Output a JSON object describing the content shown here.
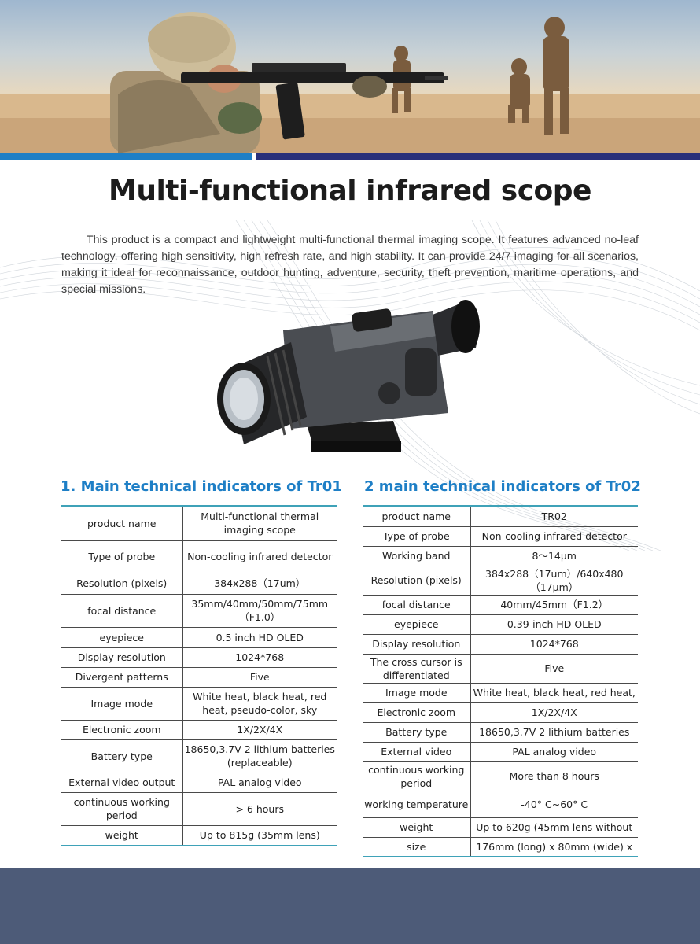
{
  "title": "Multi-functional infrared scope",
  "intro": "This product is a compact and lightweight multi-functional thermal imaging scope. It features advanced no-leaf technology, offering high sensitivity, high refresh rate, and high stability. It can provide 24/7 imaging for all scenarios, making it ideal for reconnaissance, outdoor hunting, adventure, security, theft prevention, maritime operations, and special missions.",
  "colors": {
    "accent_blue": "#1e7fc6",
    "navy": "#29307a",
    "table_rule": "#3fa2b8",
    "footer": "#4d5b78"
  },
  "section1": {
    "title": "1. Main technical indicators of Tr01",
    "rows": [
      {
        "k": "product name",
        "v": "Multi-functional thermal imaging scope"
      },
      {
        "k": "Type of probe",
        "v": "Non-cooling infrared detector"
      },
      {
        "k": "Resolution (pixels)",
        "v": "384x288（17um）"
      },
      {
        "k": "focal distance",
        "v": "35mm/40mm/50mm/75mm（F1.0）"
      },
      {
        "k": "eyepiece",
        "v": "0.5 inch HD OLED"
      },
      {
        "k": "Display resolution",
        "v": "1024*768"
      },
      {
        "k": "Divergent patterns",
        "v": "Five"
      },
      {
        "k": "Image mode",
        "v": "White heat, black heat, red heat, pseudo-color, sky"
      },
      {
        "k": "Electronic zoom",
        "v": "1X/2X/4X"
      },
      {
        "k": "Battery type",
        "v": "18650,3.7V 2 lithium batteries (replaceable)"
      },
      {
        "k": "External video output",
        "v": "PAL analog video"
      },
      {
        "k": "continuous working period",
        "v": "> 6 hours"
      },
      {
        "k": "weight",
        "v": "Up to 815g (35mm lens)"
      }
    ]
  },
  "section2": {
    "title": "2 main technical indicators of Tr02",
    "rows": [
      {
        "k": "product name",
        "v": "TR02"
      },
      {
        "k": "Type of probe",
        "v": "Non-cooling infrared detector"
      },
      {
        "k": "Working band",
        "v": "8～14μm"
      },
      {
        "k": "Resolution (pixels)",
        "v": "384x288（17um）/640x480（17μm）"
      },
      {
        "k": "focal distance",
        "v": "40mm/45mm（F1.2）"
      },
      {
        "k": "eyepiece",
        "v": "0.39-inch HD OLED"
      },
      {
        "k": "Display resolution",
        "v": "1024*768"
      },
      {
        "k": "The cross cursor is differentiated",
        "v": "Five"
      },
      {
        "k": "Image mode",
        "v": "White heat, black heat, red heat,"
      },
      {
        "k": "Electronic zoom",
        "v": "1X/2X/4X"
      },
      {
        "k": "Battery type",
        "v": "18650,3.7V 2 lithium batteries"
      },
      {
        "k": "External video",
        "v": "PAL analog video"
      },
      {
        "k": "continuous working period",
        "v": "More than 8 hours"
      },
      {
        "k": "working temperature",
        "v": "-40° C~60° C"
      },
      {
        "k": "weight",
        "v": "Up to 620g (45mm lens without"
      },
      {
        "k": "size",
        "v": "176mm (long) x 80mm (wide) x"
      }
    ]
  }
}
